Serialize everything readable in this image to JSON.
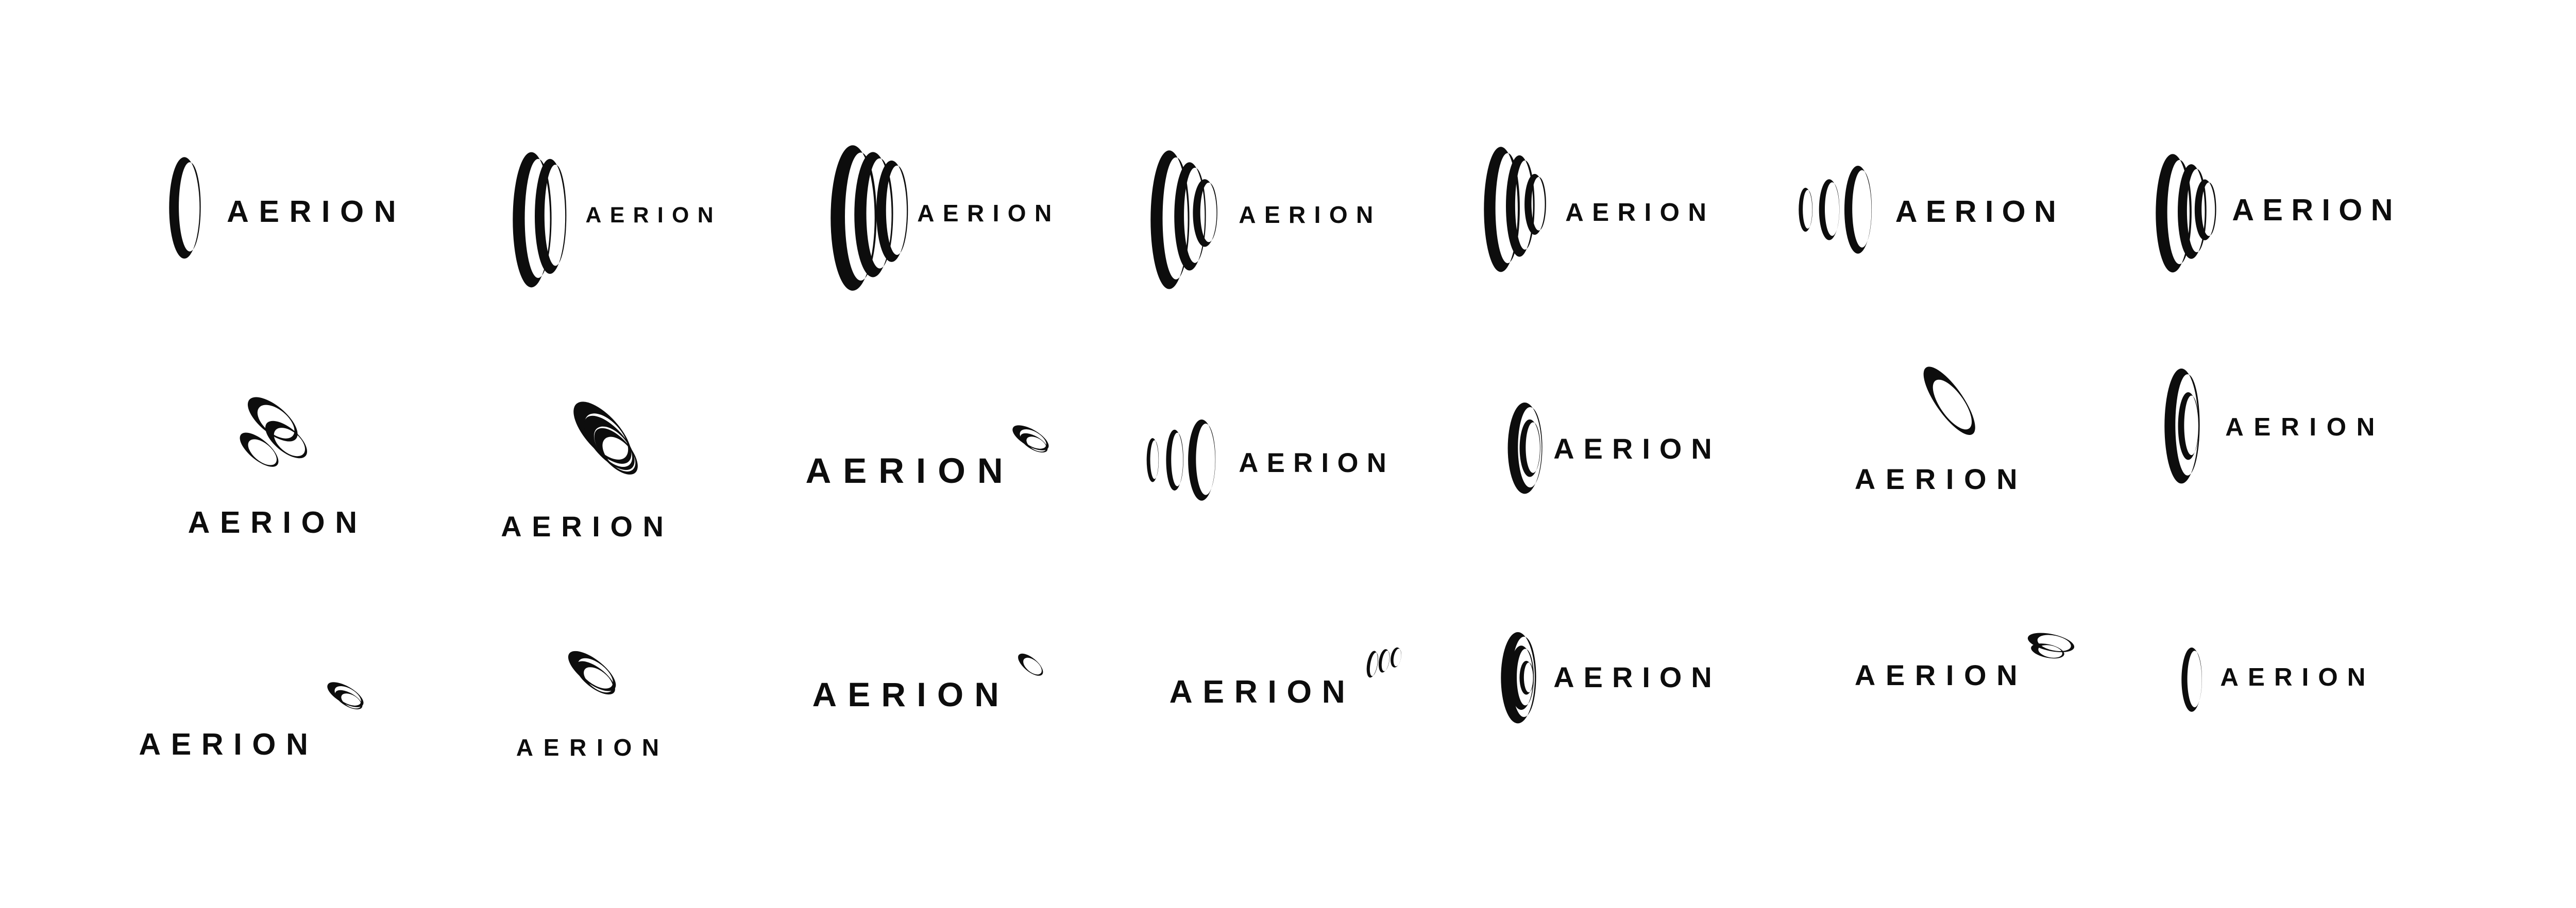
{
  "brand": {
    "wordmark": "AERION",
    "ink_color": "#0d0d0d",
    "background_color": "#ffffff",
    "emblem_icon": "elliptical-rings-icon"
  },
  "variants": [
    {
      "wordmark": "AERION",
      "emblem": "single-ring"
    },
    {
      "wordmark": "AERION",
      "emblem": "double-ring-stack"
    },
    {
      "wordmark": "AERION",
      "emblem": "triple-ring-stack"
    },
    {
      "wordmark": "AERION",
      "emblem": "triple-ring-stack-small"
    },
    {
      "wordmark": "AERION",
      "emblem": "triple-ring-stack-compact"
    },
    {
      "wordmark": "AERION",
      "emblem": "spaced-ring-sequence"
    },
    {
      "wordmark": "AERION",
      "emblem": "triple-ring-stack-tight"
    },
    {
      "wordmark": "AERION",
      "emblem": "tilted-ring-cluster"
    },
    {
      "wordmark": "AERION",
      "emblem": "tilted-triple-rings"
    },
    {
      "wordmark": "AERION",
      "emblem": "tilted-ring-accent"
    },
    {
      "wordmark": "AERION",
      "emblem": "spaced-ring-sequence-small"
    },
    {
      "wordmark": "AERION",
      "emblem": "nested-ring"
    },
    {
      "wordmark": "AERION",
      "emblem": "tilted-single-ring"
    },
    {
      "wordmark": "AERION",
      "emblem": "nested-ring-tall"
    },
    {
      "wordmark": "AERION",
      "emblem": "tilted-ring-accent"
    },
    {
      "wordmark": "AERION",
      "emblem": "tilted-ring-stack"
    },
    {
      "wordmark": "AERION",
      "emblem": "crescent-accent"
    },
    {
      "wordmark": "AERION",
      "emblem": "small-ring-trio-accent"
    },
    {
      "wordmark": "AERION",
      "emblem": "concentric-rings"
    },
    {
      "wordmark": "AERION",
      "emblem": "tilted-ring-stack-accent"
    },
    {
      "wordmark": "AERION",
      "emblem": "single-thin-ring"
    }
  ]
}
